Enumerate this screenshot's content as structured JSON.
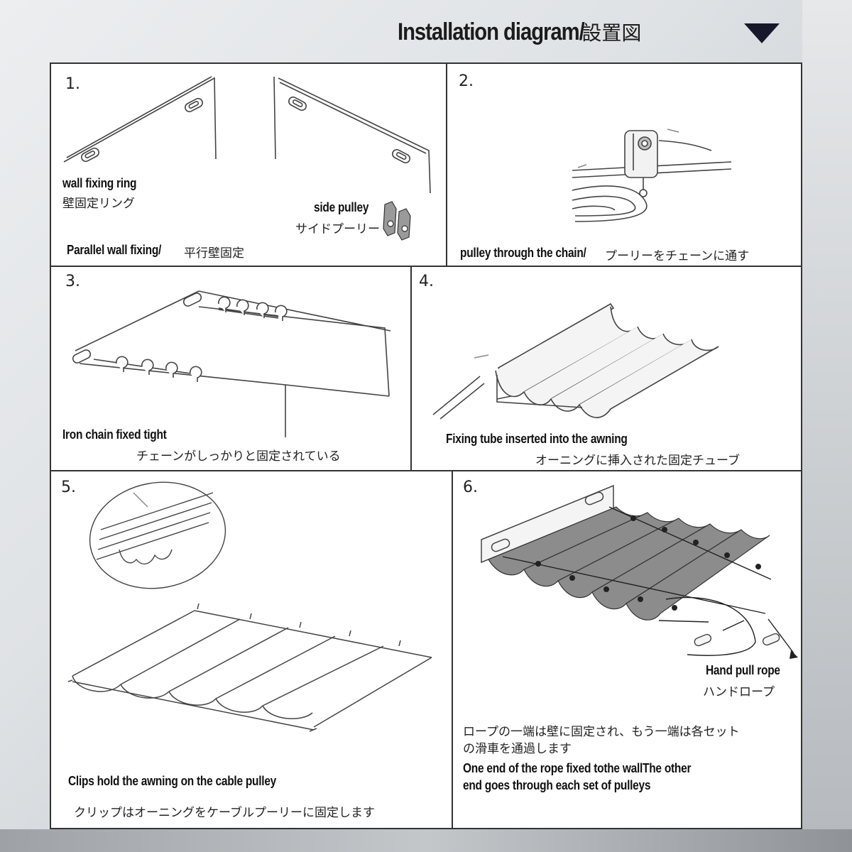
{
  "title": {
    "en": "Installation diagram/",
    "ja": "設置図"
  },
  "panels": {
    "p1": {
      "number": "1.",
      "wall_ring_en": "wall fixing ring",
      "wall_ring_ja": "壁固定リング",
      "side_pulley_en": "side pulley",
      "side_pulley_ja": "サイドプーリー",
      "caption_en": "Parallel wall fixing/",
      "caption_ja": "平行壁固定"
    },
    "p2": {
      "number": "2.",
      "caption_en": "pulley through the chain/",
      "caption_ja": "プーリーをチェーンに通す"
    },
    "p3": {
      "number": "3.",
      "caption_en": "Iron chain fixed tight",
      "caption_ja": "チェーンがしっかりと固定されている"
    },
    "p4": {
      "number": "4.",
      "caption_en": "Fixing tube inserted into the awning",
      "caption_ja": "オーニングに挿入された固定チューブ"
    },
    "p5": {
      "number": "5.",
      "caption_en": "Clips hold the awning on the cable pulley",
      "caption_ja": "クリップはオーニングをケーブルプーリーに固定します"
    },
    "p6": {
      "number": "6.",
      "rope_en": "Hand pull rope",
      "rope_ja": "ハンドロープ",
      "note_ja_1": "ロープの一端は壁に固定され、もう一端は各セット",
      "note_ja_2": "の滑車を通過します",
      "note_en_1": "One end of the rope fixed tothe wallThe other",
      "note_en_2": "end goes through each set of pulleys"
    }
  },
  "colors": {
    "frame": "#333333",
    "line": "#444444",
    "awning": "#8c8c8c",
    "triangle": "#17182a"
  }
}
